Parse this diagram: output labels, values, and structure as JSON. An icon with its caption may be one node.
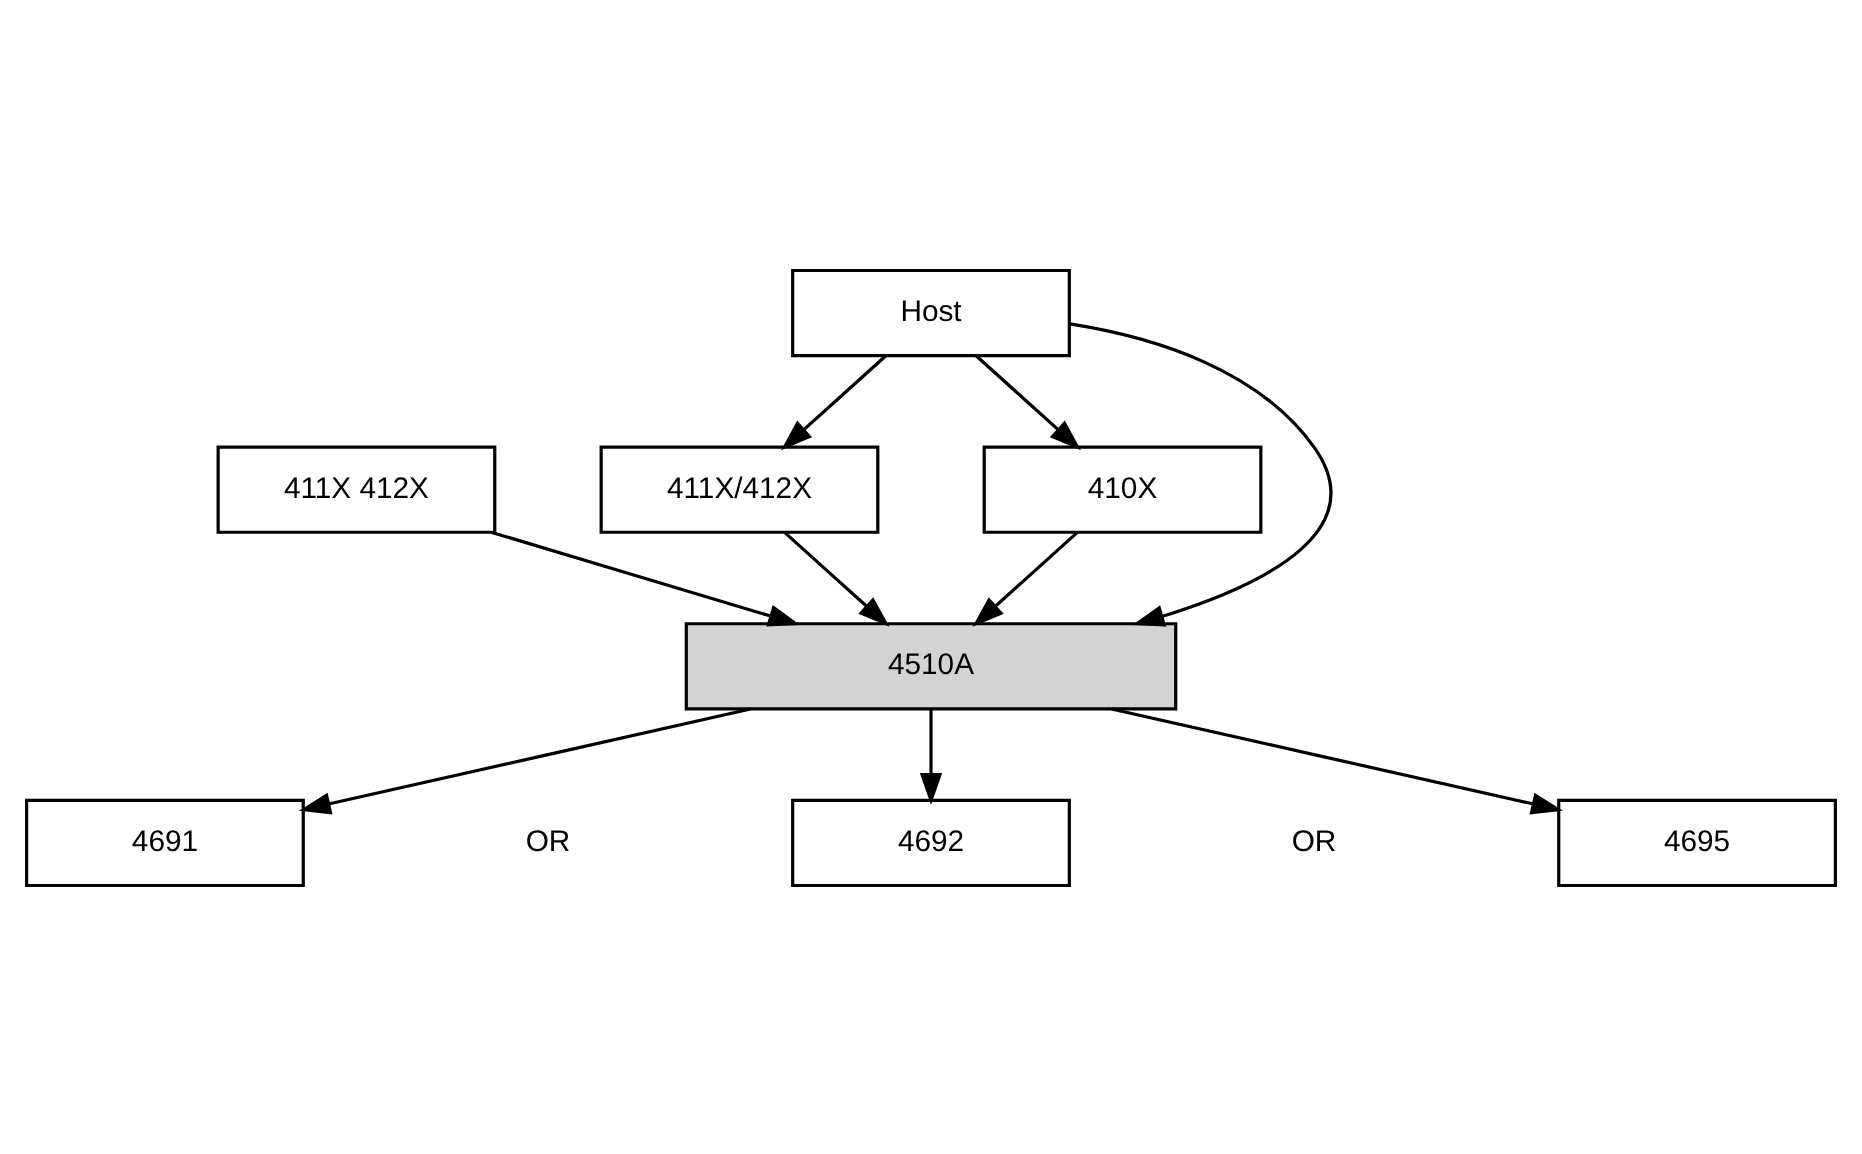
{
  "diagram": {
    "nodes": [
      {
        "text": [
          "Host"
        ]
      },
      {
        "text": [
          "411X 412X"
        ]
      },
      {
        "text": [
          "411X/412X"
        ]
      },
      {
        "text": [
          "410X"
        ]
      },
      {
        "text": [
          "4510A"
        ]
      },
      {
        "text": [
          "4691"
        ]
      },
      {
        "text": [
          "4692"
        ]
      },
      {
        "text": [
          "4695"
        ]
      }
    ],
    "edges": [
      {
        "from": 0,
        "to": 4,
        "arrow": "to"
      },
      {
        "from": 0,
        "to": 2,
        "arrow": "to"
      },
      {
        "from": 0,
        "to": 3,
        "arrow": "to"
      },
      {
        "from": 1,
        "to": 4,
        "arrow": "to"
      },
      {
        "from": 2,
        "to": 4,
        "arrow": "to"
      },
      {
        "from": 3,
        "to": 4,
        "arrow": "to"
      },
      {
        "from": 4,
        "to": 5,
        "arrow": "to"
      },
      {
        "from": 4,
        "to": 6,
        "arrow": "to"
      },
      {
        "from": 4,
        "to": 7,
        "arrow": "to"
      }
    ],
    "labels": [
      "OR",
      "OR"
    ]
  }
}
